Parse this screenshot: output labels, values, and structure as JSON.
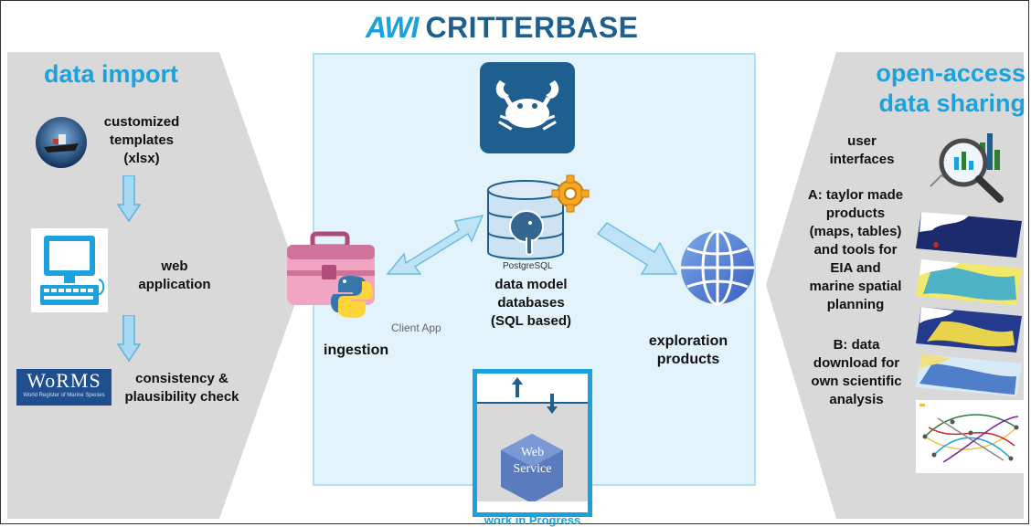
{
  "title": {
    "logo": "AWI",
    "name": "CRITTERBASE"
  },
  "left": {
    "heading": "data import",
    "items": [
      {
        "label": "customized templates (xlsx)",
        "lines": [
          "customized",
          "templates",
          "(xlsx)"
        ]
      },
      {
        "label": "web application",
        "lines": [
          "web",
          "application"
        ]
      },
      {
        "label": "consistency & plausibility check",
        "lines": [
          "consistency &",
          "plausibility check"
        ]
      }
    ],
    "worms_logo_text": "WoRMS",
    "worms_subtitle": "World Register of Marine Species"
  },
  "center": {
    "ingestion": "ingestion",
    "client_app": "Client App",
    "postgres_label": "PostgreSQL",
    "db_lines": [
      "data model",
      "databases",
      "(SQL based)"
    ],
    "exploration_lines": [
      "exploration",
      "products"
    ],
    "web_service_lines": [
      "Web",
      "Service"
    ],
    "wip_label": "work in Progress"
  },
  "right": {
    "heading_lines": [
      "open-access",
      "data sharing"
    ],
    "user_interfaces_lines": [
      "user",
      "interfaces"
    ],
    "a_lines": [
      "A: taylor made",
      "products",
      "(maps, tables)",
      "and tools for",
      "EIA and",
      "marine spatial",
      "planning"
    ],
    "b_lines": [
      "B: data",
      "download for",
      "own scientific",
      "analysis"
    ]
  },
  "colors": {
    "accent": "#1ba1de",
    "dark_blue": "#1f5f8f",
    "panel_grey": "#d9d9d9",
    "center_bg": "#e2f3fb"
  }
}
